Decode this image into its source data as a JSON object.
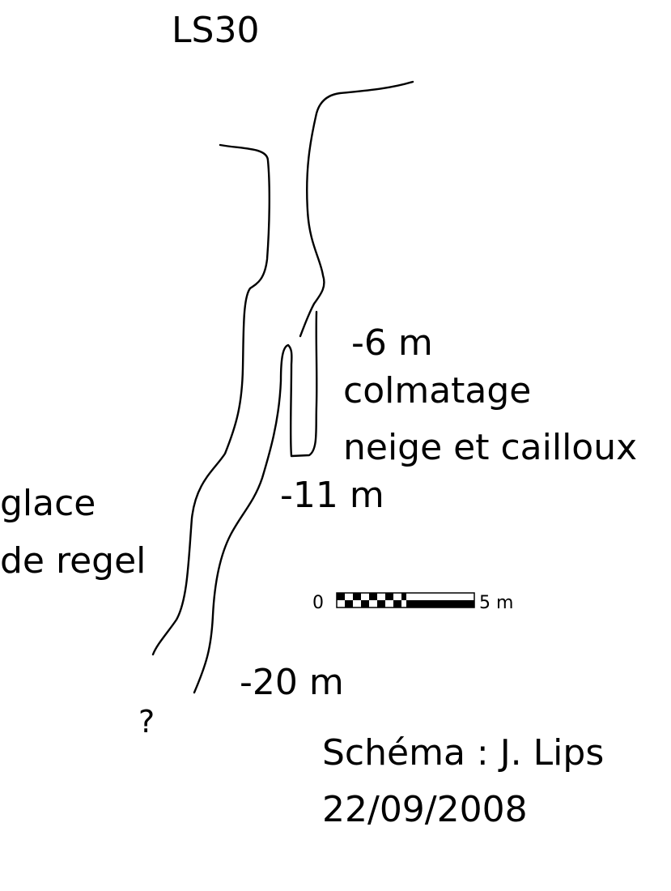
{
  "title": "LS30",
  "labels": {
    "depth_6": "-6 m",
    "colmatage_line1": "colmatage",
    "colmatage_line2": "neige et cailloux",
    "depth_11": "-11 m",
    "glace_line1": "glace",
    "glace_line2": "de regel",
    "depth_20": "-20 m",
    "unknown": "?",
    "author": "Schéma : J. Lips",
    "date": "22/09/2008"
  },
  "scale_bar": {
    "start_label": "0",
    "end_label": "5 m"
  }
}
